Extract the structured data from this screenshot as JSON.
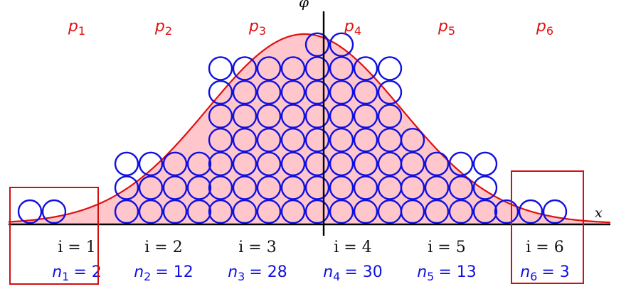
{
  "axis": {
    "x_label": "x",
    "y_label": "φ"
  },
  "colors": {
    "curve": "#e01010",
    "fill": "#ffc6cb",
    "circle_stroke": "#1010e0",
    "probability_text": "#e01010",
    "count_text": "#1010e0",
    "index_text": "#111111",
    "highlight_box": "#d01010",
    "axis": "#000000"
  },
  "bins": [
    {
      "p_base": "p",
      "p_sub": "1",
      "index_label": "i = 1",
      "n_base": "n",
      "n_sub": "1",
      "n_value": "= 2",
      "count": 2,
      "stack_heights": [
        1,
        1
      ],
      "highlighted": true
    },
    {
      "p_base": "p",
      "p_sub": "2",
      "index_label": "i = 2",
      "n_base": "n",
      "n_sub": "2",
      "n_value": "= 12",
      "count": 12,
      "stack_heights": [
        3,
        3,
        3,
        3
      ],
      "highlighted": false
    },
    {
      "p_base": "p",
      "p_sub": "3",
      "index_label": "i = 3",
      "n_base": "n",
      "n_sub": "3",
      "n_value": "= 28",
      "count": 28,
      "stack_heights": [
        7,
        7,
        7,
        7
      ],
      "highlighted": false
    },
    {
      "p_base": "p",
      "p_sub": "4",
      "index_label": "i = 4",
      "n_base": "n",
      "n_sub": "4",
      "n_value": "= 30",
      "count": 30,
      "stack_heights": [
        8,
        8,
        7,
        7
      ],
      "highlighted": false
    },
    {
      "p_base": "p",
      "p_sub": "5",
      "index_label": "i = 5",
      "n_base": "n",
      "n_sub": "5",
      "n_value": "= 13",
      "count": 13,
      "stack_heights": [
        4,
        3,
        3,
        3
      ],
      "highlighted": false
    },
    {
      "p_base": "p",
      "p_sub": "6",
      "index_label": "i = 6",
      "n_base": "n",
      "n_sub": "6",
      "n_value": "= 3",
      "count": 3,
      "stack_heights": [
        1,
        1,
        1
      ],
      "highlighted": true
    }
  ]
}
